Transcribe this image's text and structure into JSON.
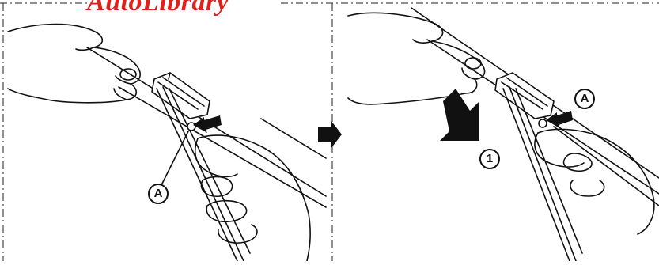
{
  "watermark": {
    "text": "AutoLibrary",
    "color": "#e0201b"
  },
  "panels": [
    {
      "name": "step-1",
      "callouts": [
        "A"
      ]
    },
    {
      "name": "step-2",
      "callouts": [
        "A",
        "1"
      ]
    }
  ],
  "callout_labels": {
    "part": "A",
    "direction": "①"
  },
  "icons": {
    "step_arrow": "right-arrow-icon",
    "push_arrow": "push-arrow-icon",
    "pull_direction": "down-arrow-icon"
  },
  "colors": {
    "line": "#111111",
    "background": "#ffffff"
  }
}
